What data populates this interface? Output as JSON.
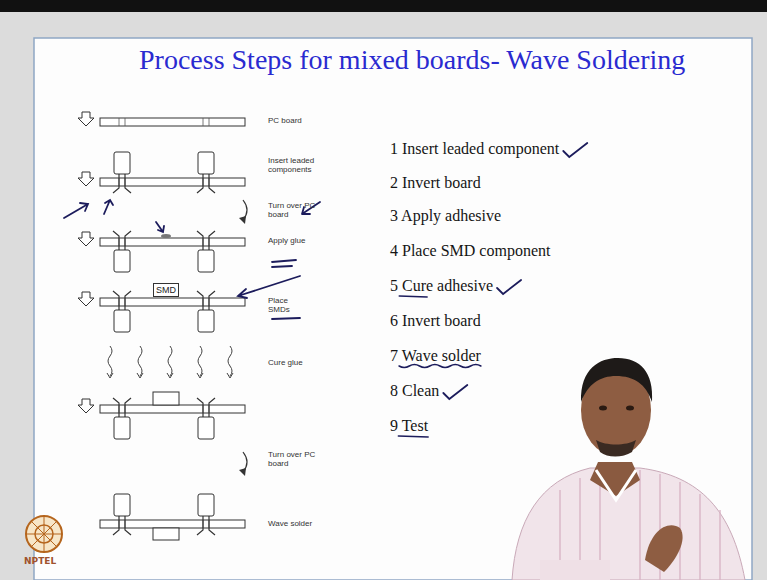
{
  "diagram": {
    "title": "Process Steps for mixed boards- Wave Soldering",
    "nodes": [
      {
        "text": [
          "SMD"
        ]
      }
    ],
    "edges": [],
    "labels": [
      "PC board",
      "Insert leaded components",
      "Turn over PC board",
      "Apply glue",
      "Place SMDs",
      "Cure glue",
      "Turn over PC board",
      "Wave solder",
      "1 Insert leaded component",
      "2 Invert board",
      "3 Apply adhesive",
      "4 Place SMD component",
      "5 Cure adhesive",
      "6 Invert board",
      "7 Wave solder",
      "8 Clean",
      "9 Test",
      "NPTEL"
    ]
  }
}
